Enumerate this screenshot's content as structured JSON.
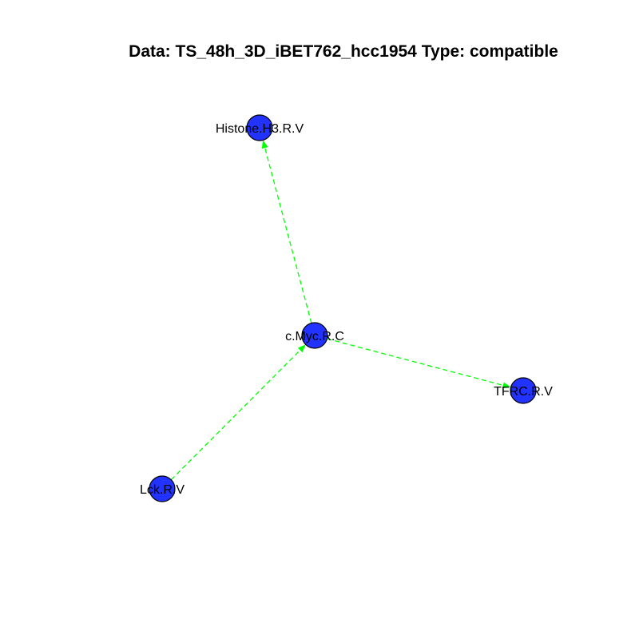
{
  "title": "Data: TS_48h_3D_iBET762_hcc1954 Type: compatible",
  "colors": {
    "node_fill": "#2233ff",
    "node_stroke": "#000000",
    "edge": "#00ff00"
  },
  "nodes": [
    {
      "id": "histone",
      "label": "Histone.H3.R.V"
    },
    {
      "id": "cmyc",
      "label": "c.Myc.R.C"
    },
    {
      "id": "tfrc",
      "label": "TFRC.R.V"
    },
    {
      "id": "lck",
      "label": "Lck.R.V"
    }
  ],
  "edges": [
    {
      "from": "cmyc",
      "to": "histone",
      "style": "dashed",
      "arrow": "forward"
    },
    {
      "from": "cmyc",
      "to": "tfrc",
      "style": "dashed",
      "arrow": "forward"
    },
    {
      "from": "lck",
      "to": "cmyc",
      "style": "dashed",
      "arrow": "forward"
    }
  ]
}
